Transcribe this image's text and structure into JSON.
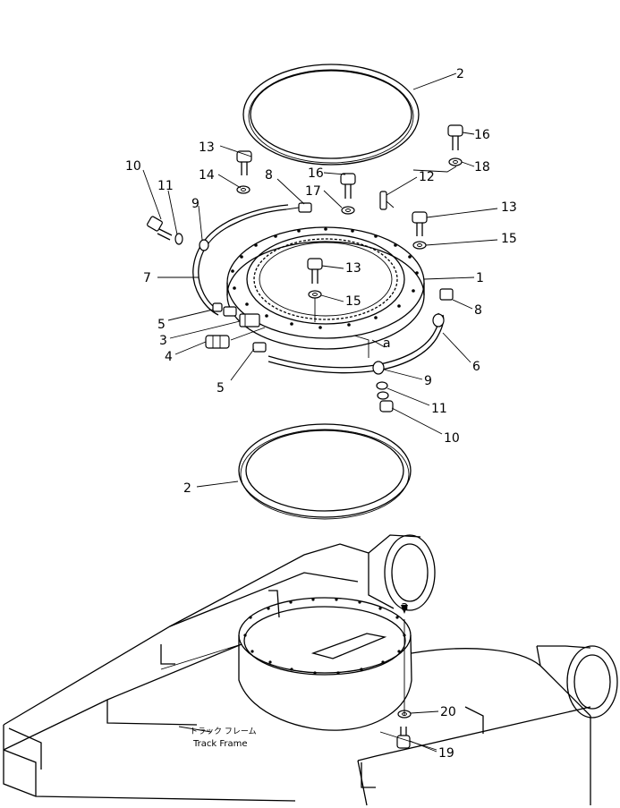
{
  "callouts": [
    {
      "id": "c1",
      "text": "1"
    },
    {
      "id": "c2a",
      "text": "2"
    },
    {
      "id": "c2b",
      "text": "2"
    },
    {
      "id": "c3",
      "text": "3"
    },
    {
      "id": "c4",
      "text": "4"
    },
    {
      "id": "c5a",
      "text": "5"
    },
    {
      "id": "c5b",
      "text": "5"
    },
    {
      "id": "c6",
      "text": "6"
    },
    {
      "id": "c7",
      "text": "7"
    },
    {
      "id": "c8a",
      "text": "8"
    },
    {
      "id": "c8b",
      "text": "8"
    },
    {
      "id": "c9a",
      "text": "9"
    },
    {
      "id": "c9b",
      "text": "9"
    },
    {
      "id": "c10a",
      "text": "10"
    },
    {
      "id": "c10b",
      "text": "10"
    },
    {
      "id": "c11a",
      "text": "11"
    },
    {
      "id": "c11b",
      "text": "11"
    },
    {
      "id": "c12",
      "text": "12"
    },
    {
      "id": "c13a",
      "text": "13"
    },
    {
      "id": "c13b",
      "text": "13"
    },
    {
      "id": "c13c",
      "text": "13"
    },
    {
      "id": "c14",
      "text": "14"
    },
    {
      "id": "c15a",
      "text": "15"
    },
    {
      "id": "c15b",
      "text": "15"
    },
    {
      "id": "c16a",
      "text": "16"
    },
    {
      "id": "c16b",
      "text": "16"
    },
    {
      "id": "c17",
      "text": "17"
    },
    {
      "id": "c18",
      "text": "18"
    },
    {
      "id": "c19",
      "text": "19"
    },
    {
      "id": "c20",
      "text": "20"
    }
  ],
  "marks": {
    "a_top": "a",
    "a_bottom": "a"
  },
  "track_frame": {
    "label_jp": "トラック フレーム",
    "label_en": "Track Frame"
  }
}
